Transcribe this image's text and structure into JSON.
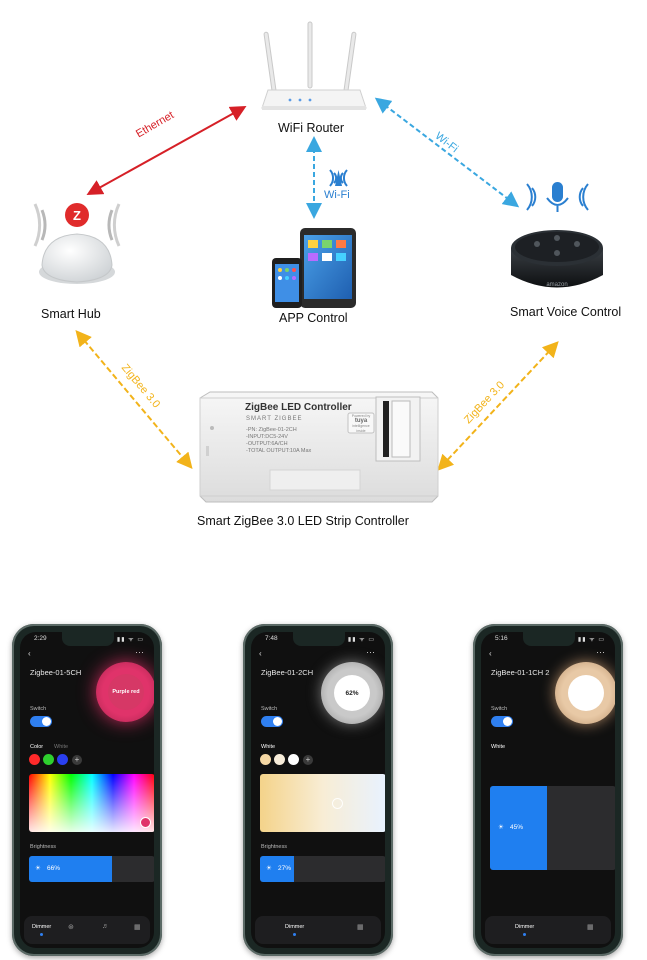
{
  "diagram": {
    "router": {
      "label": "WiFi Router"
    },
    "hub": {
      "label": "Smart Hub",
      "logo_letter": "Z"
    },
    "app": {
      "label": "APP Control"
    },
    "voice": {
      "label": "Smart Voice Control",
      "brand": "amazon"
    },
    "controller": {
      "label": "Smart ZigBee 3.0 LED Strip Controller",
      "title": "ZigBee LED Controller",
      "subtitle": "SMART ZIGBEE",
      "specs": [
        "-PN: ZigBee-01-2CH",
        "-INPUT:DC5-24V",
        "-OUTPUT:6A/CH",
        "-TOTAL OUTPUT:10A Max"
      ],
      "badge_top": "Powered by",
      "badge_brand": "tuya",
      "badge_bottom": "intelligence inside"
    },
    "links": {
      "ethernet": "Ethernet",
      "wifi_right": "Wi-Fi",
      "wifi_app": "Wi-Fi",
      "zigbee_left": "ZigBee 3.0",
      "zigbee_right": "ZigBee 3.0"
    },
    "colors": {
      "ethernet": "#d62027",
      "wifi": "#3aa7e0",
      "zigbee": "#f2b31a"
    }
  },
  "phones": [
    {
      "time": "2:29",
      "device": "Zigbee-01-5CH",
      "dial_text": "Purple red",
      "switch_label": "Switch",
      "color_tab": "Color",
      "white_tab": "White",
      "brightness_label": "Brightness",
      "brightness": "66%",
      "brightness_value": 0.66,
      "tabs": [
        "Dimmer"
      ]
    },
    {
      "time": "7:48",
      "device": "ZigBee-01-2CH",
      "dial_text": "62%",
      "switch_label": "Switch",
      "white_tab": "White",
      "brightness_label": "Brightness",
      "brightness": "27%",
      "brightness_value": 0.27,
      "tabs": [
        "Dimmer"
      ]
    },
    {
      "time": "5:16",
      "device": "ZigBee-01-1CH 2",
      "switch_label": "Switch",
      "white_tab": "White",
      "brightness": "45%",
      "brightness_value": 0.45,
      "tabs": [
        "Dimmer"
      ]
    }
  ]
}
